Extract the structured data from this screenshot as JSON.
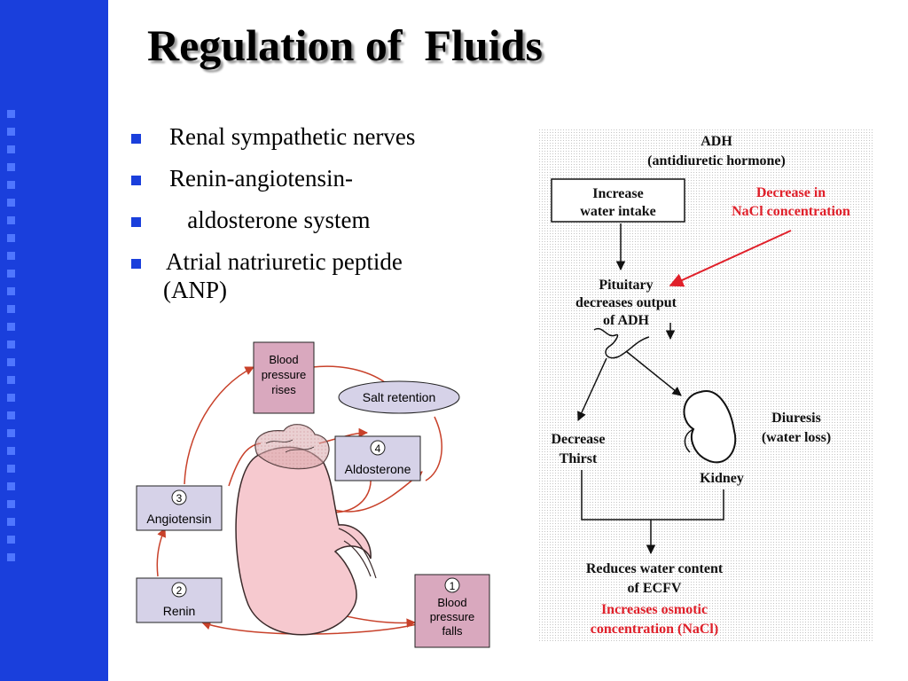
{
  "slide": {
    "title": "Regulation of  Fluids",
    "bullets": [
      "Renal sympathetic nerves",
      "Renin-angiotensin-",
      "   aldosterone system",
      "Atrial natriuretic peptide",
      "(ANP)"
    ]
  },
  "raas_diagram": {
    "step1_num": "1",
    "step1_line1": "Blood",
    "step1_line2": "pressure",
    "step1_line3": "falls",
    "step2_num": "2",
    "step2_label": "Renin",
    "step3_num": "3",
    "step3_label": "Angiotensin",
    "step4_num": "4",
    "step4_label": "Aldosterone",
    "rises_line1": "Blood",
    "rises_line2": "pressure",
    "rises_line3": "rises",
    "salt_label": "Salt retention"
  },
  "adh_diagram": {
    "title_line1": "ADH",
    "title_line2": "(antidiuretic hormone)",
    "increase_line1": "Increase",
    "increase_line2": "water intake",
    "nacl_line1": "Decrease in",
    "nacl_line2": "NaCl concentration",
    "pituitary_line1": "Pituitary",
    "pituitary_line2": "decreases output",
    "pituitary_line3": "of ADH",
    "thirst_line1": "Decrease",
    "thirst_line2": "Thirst",
    "diuresis_line1": "Diuresis",
    "diuresis_line2": "(water loss)",
    "kidney_label": "Kidney",
    "reduces_line1": "Reduces water content",
    "reduces_line2": "of ECFV",
    "osmotic_line1": "Increases osmotic",
    "osmotic_line2": "concentration (NaCl)"
  },
  "colors": {
    "sidebar": "#1a3fdc",
    "bullet": "#1a3fdc",
    "arrow_red": "#c8412a",
    "box_pink": "#d9a8be",
    "box_lavender": "#d6d2e8",
    "kidney_fill": "#f6c9cf",
    "red_text": "#e0202a"
  }
}
